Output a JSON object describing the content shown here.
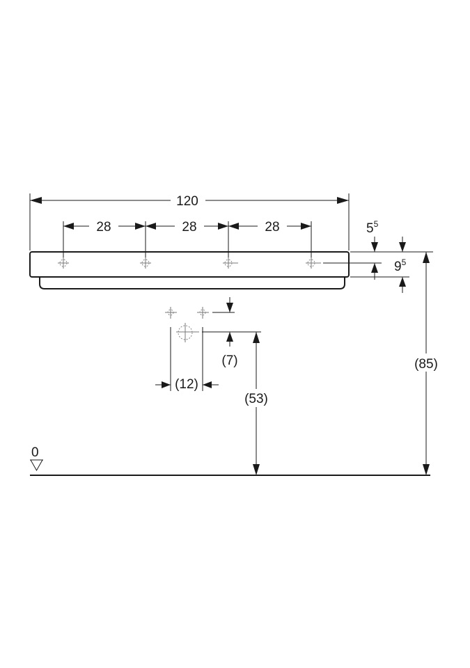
{
  "drawing": {
    "overall_width": "120",
    "tap_spacing": [
      "28",
      "28",
      "28"
    ],
    "top_offset_base": "5",
    "top_offset_sup": "5",
    "tap_height_base": "9",
    "tap_height_sup": "5",
    "rim_height": "(85)",
    "drain_offset": "(7)",
    "drain_spacing": "(12)",
    "drain_height": "(53)",
    "floor_level": "0"
  }
}
